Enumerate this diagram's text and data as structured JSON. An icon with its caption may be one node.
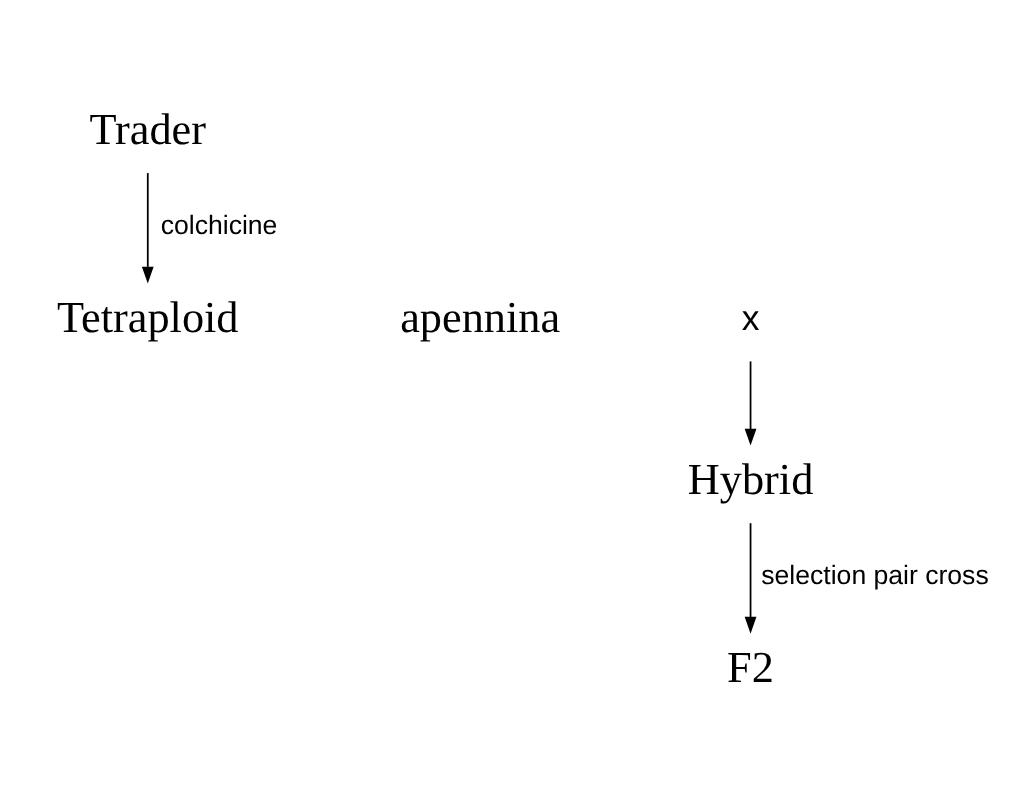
{
  "diagram": {
    "nodes": [
      {
        "text": [
          "Trader"
        ]
      },
      {
        "text": [
          "apennina"
        ]
      },
      {
        "text": [
          "x"
        ]
      },
      {
        "text": [
          "Tetraploid"
        ]
      },
      {
        "text": [
          "Hybrid"
        ]
      },
      {
        "text": [
          "F2"
        ]
      }
    ],
    "edges": [
      {
        "from": 0,
        "to": 3,
        "arrow": "to",
        "label": "colchicine"
      },
      {
        "from": 2,
        "to": 4,
        "arrow": "to"
      },
      {
        "from": 4,
        "to": 5,
        "arrow": "to",
        "label": "selection pair cross"
      }
    ]
  }
}
